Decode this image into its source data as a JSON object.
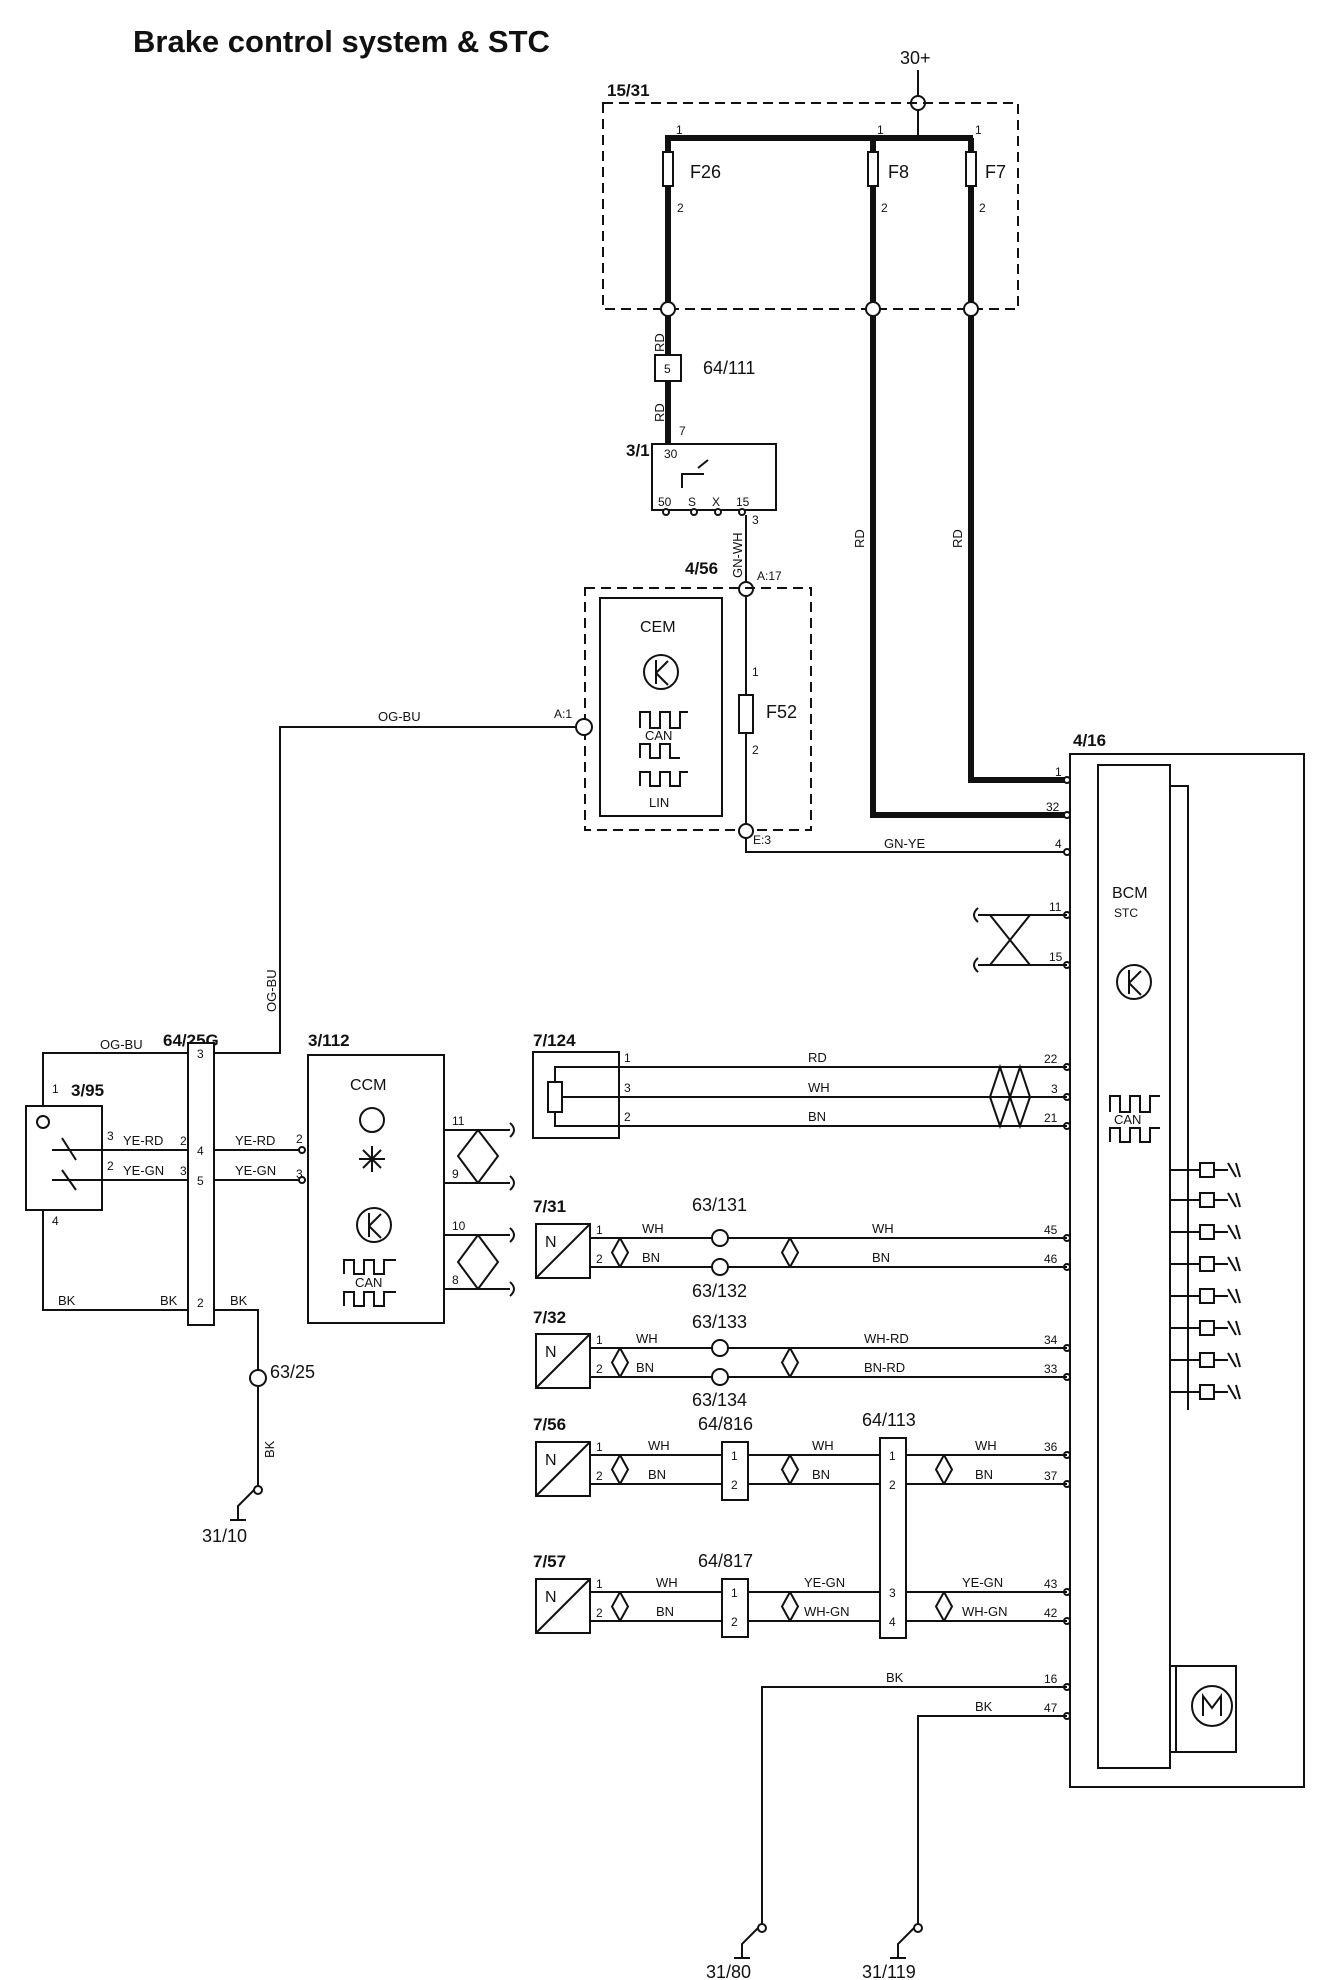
{
  "title": "Brake control system & STC",
  "supply": "30+",
  "fusebox": {
    "ref": "15/31",
    "fuses": [
      {
        "name": "F26",
        "pin_in": "1",
        "pin_out": "2"
      },
      {
        "name": "F8",
        "pin_in": "1",
        "pin_out": "2"
      },
      {
        "name": "F7",
        "pin_in": "1",
        "pin_out": "2"
      }
    ]
  },
  "wires": {
    "rd": "RD",
    "gnwh": "GN-WH",
    "gnye": "GN-YE",
    "ogbu": "OG-BU",
    "yerd": "YE-RD",
    "yegn": "YE-GN",
    "bk": "BK",
    "wh": "WH",
    "bn": "BN",
    "whrd": "WH-RD",
    "bnrd": "BN-RD",
    "whgn": "WH-GN"
  },
  "connectors": {
    "c64_111": {
      "ref": "64/111",
      "pin": "5"
    },
    "c64_25g": {
      "ref": "64/25G",
      "pins": [
        "3",
        "4",
        "5",
        "2"
      ]
    },
    "c64_816": {
      "ref": "64/816",
      "pins": [
        "1",
        "2"
      ]
    },
    "c64_817": {
      "ref": "64/817",
      "pins": [
        "1",
        "2"
      ]
    },
    "c64_113": {
      "ref": "64/113",
      "pins": [
        "1",
        "2",
        "3",
        "4"
      ]
    }
  },
  "ignition": {
    "ref": "3/1",
    "terminals": [
      "30",
      "50",
      "S",
      "X",
      "15"
    ],
    "pin_top": "7",
    "pin_out": "3"
  },
  "cem": {
    "ref": "4/56",
    "name": "CEM",
    "can": "CAN",
    "lin": "LIN",
    "pin_a17": "A:17",
    "pin_a1": "A:1",
    "pin_e3": "E:3",
    "fuse": "F52",
    "fuse_pin1": "1",
    "fuse_pin2": "2"
  },
  "bcm": {
    "ref": "4/16",
    "name": "BCM",
    "sub": "STC",
    "can": "CAN",
    "pins": [
      "1",
      "32",
      "4",
      "11",
      "15",
      "22",
      "3",
      "21",
      "45",
      "46",
      "34",
      "33",
      "36",
      "37",
      "43",
      "42",
      "16",
      "47"
    ]
  },
  "ccm": {
    "ref": "3/112",
    "name": "CCM",
    "can": "CAN",
    "pins_left": [
      "2",
      "3"
    ],
    "pins_right": [
      "11",
      "9",
      "10",
      "8"
    ]
  },
  "switch_395": {
    "ref": "3/95",
    "pins": [
      "1",
      "3",
      "2",
      "4"
    ]
  },
  "sensor_7124": {
    "ref": "7/124",
    "pins": [
      "1",
      "3",
      "2"
    ]
  },
  "sensors": [
    {
      "ref": "7/31",
      "letter": "N"
    },
    {
      "ref": "7/32",
      "letter": "N"
    },
    {
      "ref": "7/56",
      "letter": "N"
    },
    {
      "ref": "7/57",
      "letter": "N"
    }
  ],
  "sensor_pins": [
    "1",
    "2"
  ],
  "splices": [
    "63/131",
    "63/132",
    "63/133",
    "63/134",
    "63/25"
  ],
  "grounds": [
    "31/10",
    "31/80",
    "31/119"
  ]
}
